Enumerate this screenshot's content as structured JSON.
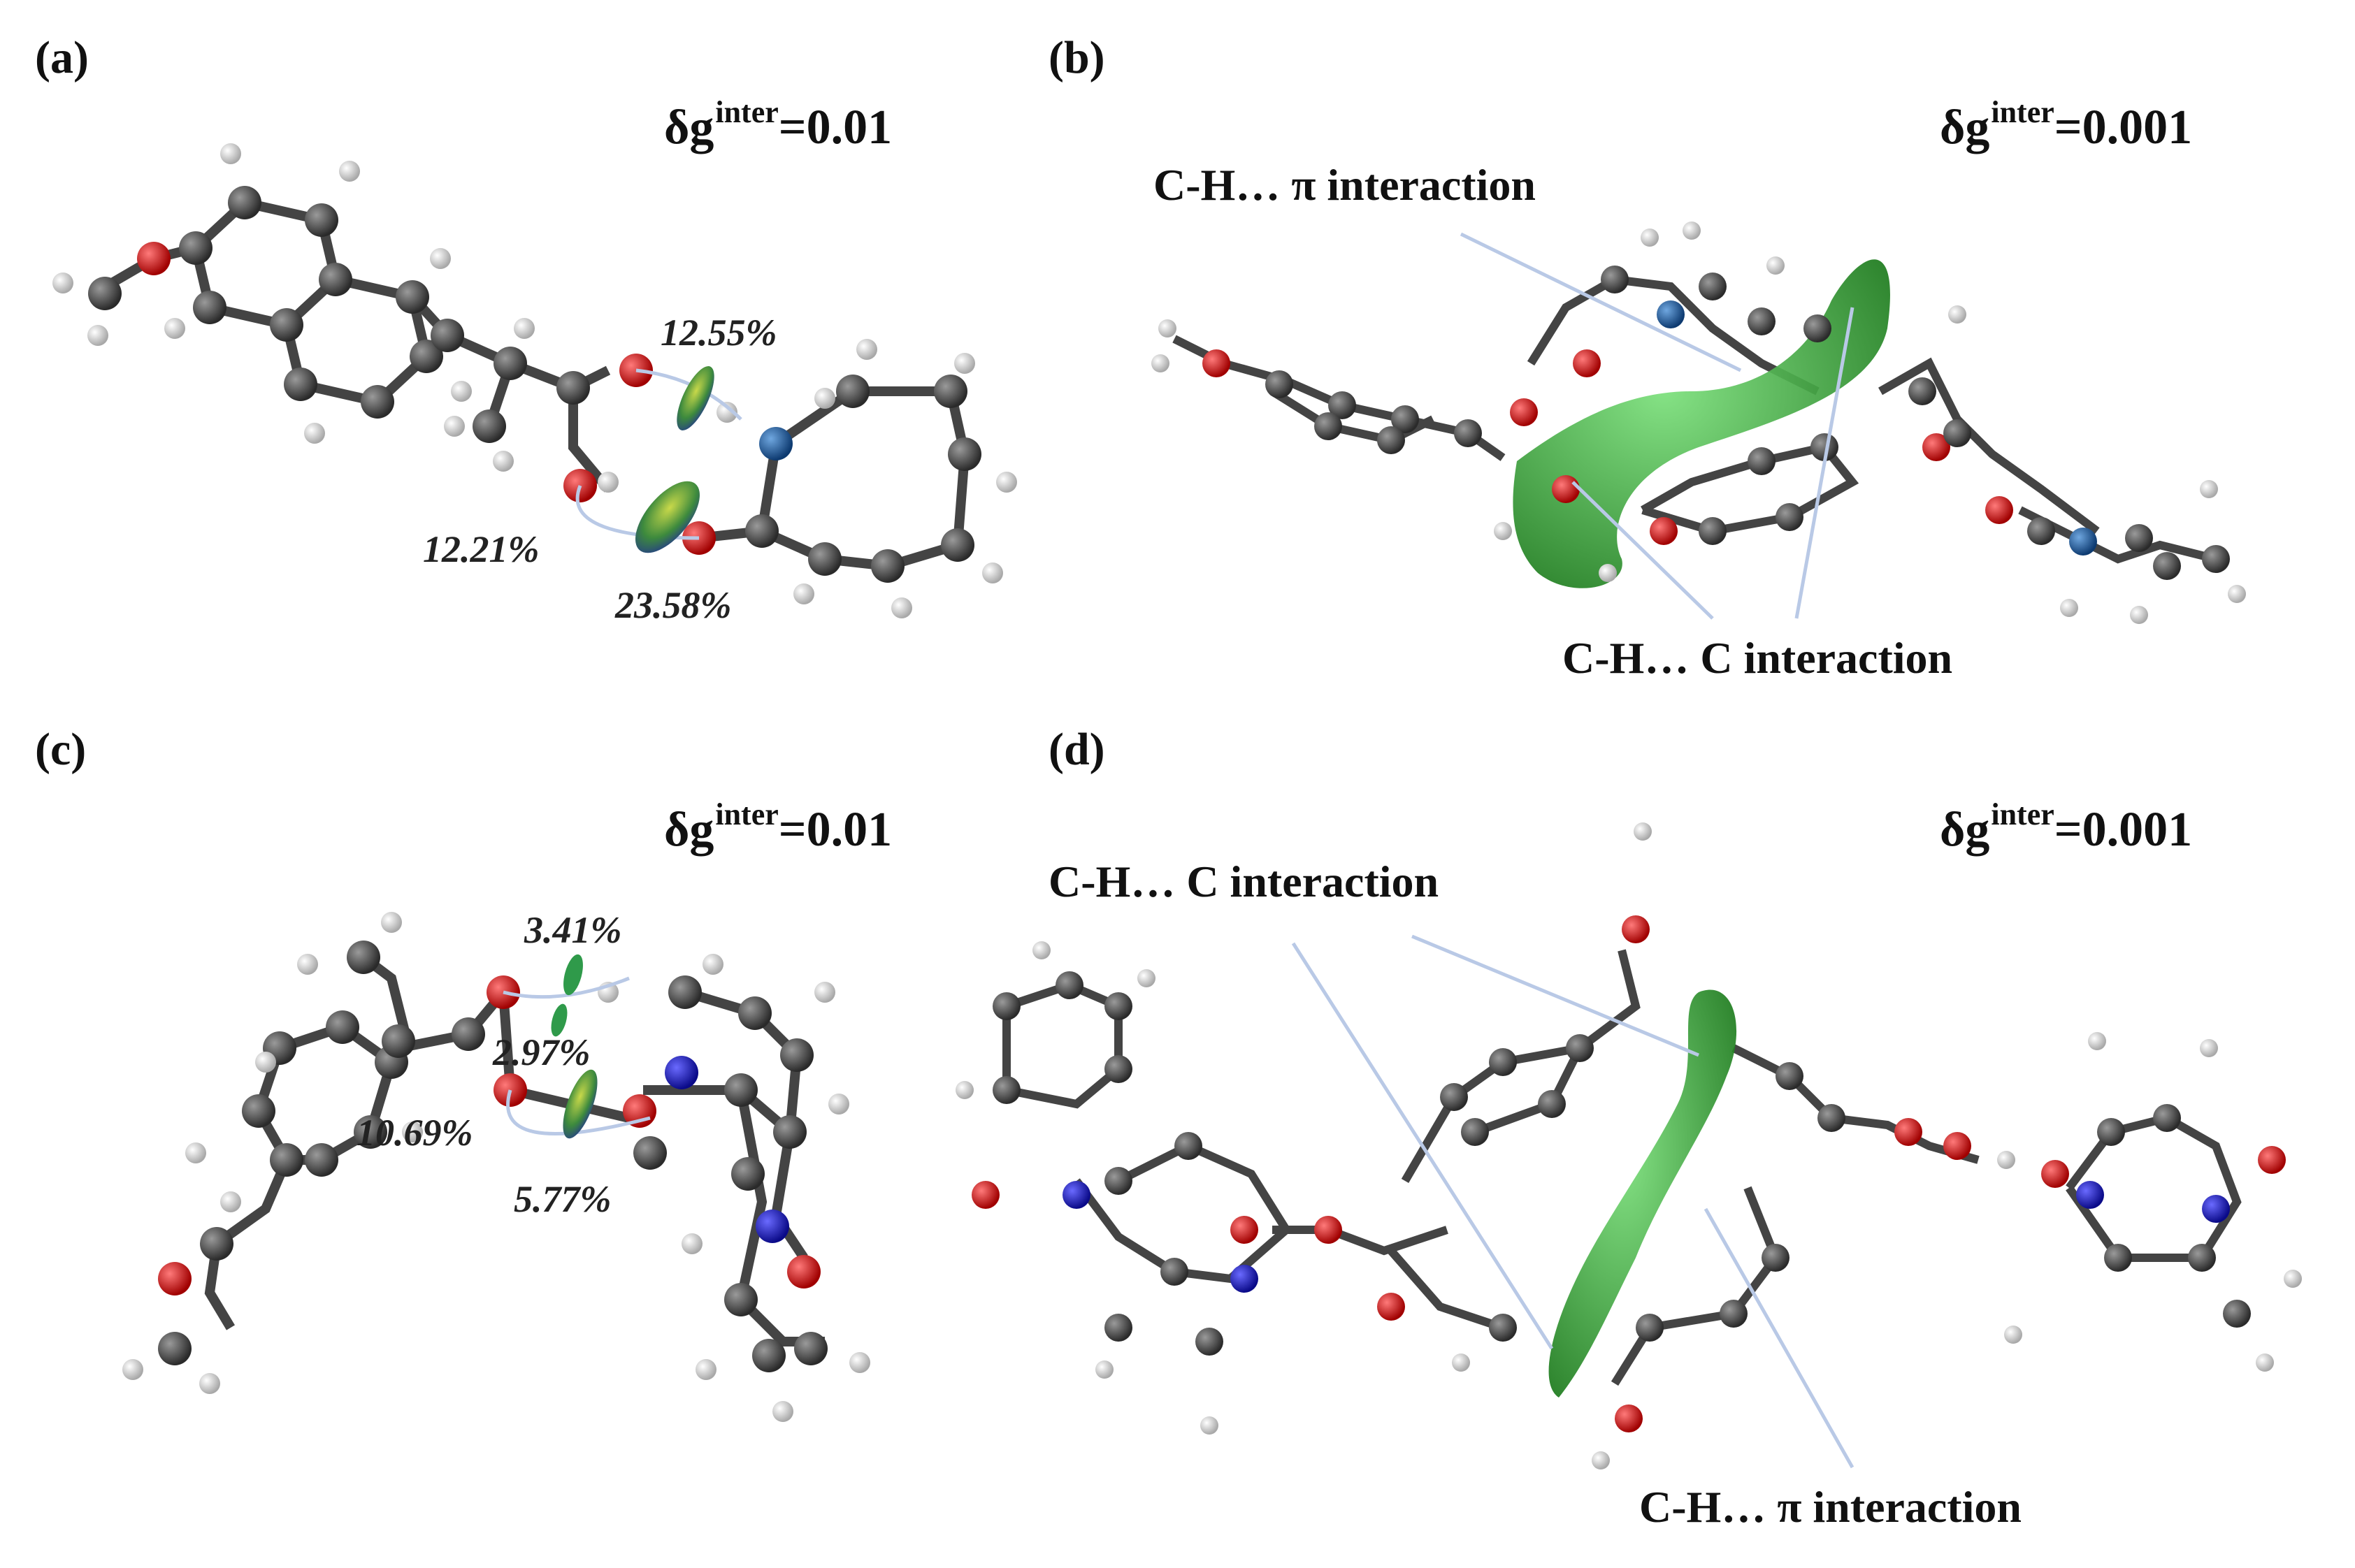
{
  "panels": {
    "a": {
      "label": "(a)",
      "delta": {
        "symbol": "δg",
        "sup": "inter",
        "value": "=0.01"
      },
      "percentages": [
        "12.55%",
        "12.21%",
        "23.58%"
      ]
    },
    "b": {
      "label": "(b)",
      "delta": {
        "symbol": "δg",
        "sup": "inter",
        "value": "=0.001"
      },
      "interactions": [
        "C-H… π interaction",
        "C-H… C interaction"
      ]
    },
    "c": {
      "label": "(c)",
      "delta": {
        "symbol": "δg",
        "sup": "inter",
        "value": "=0.01"
      },
      "percentages": [
        "3.41%",
        "2.97%",
        "10.69%",
        "5.77%"
      ]
    },
    "d": {
      "label": "(d)",
      "delta": {
        "symbol": "δg",
        "sup": "inter",
        "value": "=0.001"
      },
      "interactions": [
        "C-H… C interaction",
        "C-H… π interaction"
      ]
    }
  },
  "colors": {
    "carbon": "#3a3a3a",
    "hydrogen": "#e6e6e6",
    "oxygen": "#cc1111",
    "nitrogen_a": "#1d5fa0",
    "nitrogen_c": "#1a1aaa",
    "isosurface": "#2fa02f",
    "guide_line": "#b9c9e6"
  }
}
